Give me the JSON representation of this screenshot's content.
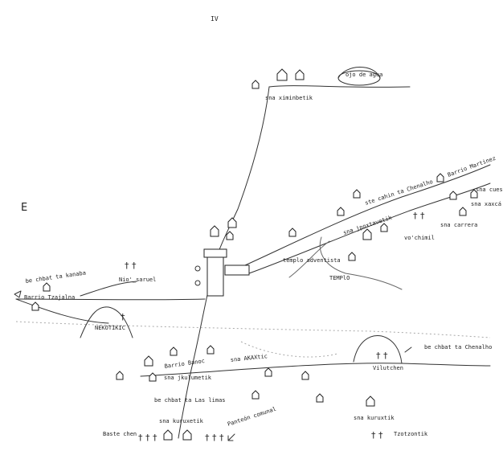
{
  "page_mark": "IV",
  "compass": "E",
  "labels": {
    "ojo_de_agua": "ojo de agua",
    "sna_ximinbetik": "sna ximinbetik",
    "barrio_martinez": "Barrio Martinez",
    "ste_cahin_chenalho": "ste cahin ta Chenalho",
    "sna_jpoxtaverik": "sna jpoxtavetik",
    "sna_carrera": "sna carrera",
    "vo_chimil": "vo'chimil",
    "sna_cuesta": "sna cuesta",
    "sna_xaxca": "sna xaxcá",
    "templo_adventista": "templo adventista",
    "templo": "TEMPlO",
    "be_chbat_ta_kanaba": "be chbat ta kanaba",
    "barrio_tzajalna": "Barrio Tzajalna",
    "nio_sanuel": "Nio'_saruel",
    "nekotikic": "NEKOTIKIC",
    "barrio_banoc": "Barrio Banoc",
    "sna_akaxtic": "sna AKAXtic",
    "sna_jkulumetik": "sna jkulumetik",
    "vilutchen": "Vilutchen",
    "be_chbat_ta_chenalho": "be chbat ta Chenalho",
    "be_chbat_ta_las_limas": "be chbat ta Las limas",
    "sna_kuruxtik": "sna kuruxtik",
    "sna_kuruxetik": "sna kuruxetik",
    "pantheon_comunal": "Panteón comunal",
    "baste_chen": "Baste chen",
    "tzotzontik": "Tzotzontik"
  }
}
